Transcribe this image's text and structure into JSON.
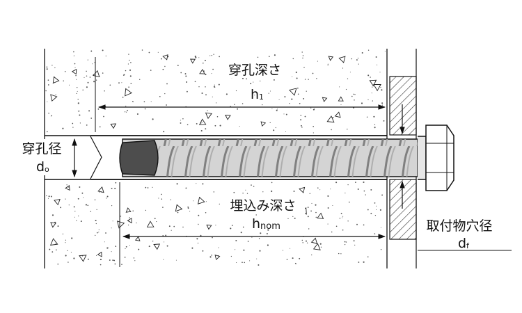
{
  "labels": {
    "hole_depth": "穿孔深さ",
    "hole_depth_symbol": "h",
    "hole_depth_subscript": "1",
    "hole_diameter": "穿孔径",
    "hole_diameter_symbol": "d",
    "hole_diameter_subscript": "o",
    "embed_depth": "埋込み深さ",
    "embed_depth_symbol": "h",
    "embed_depth_subscript": "nom",
    "fixture_hole": "取付物穴径",
    "fixture_hole_symbol": "d",
    "fixture_hole_subscript": "f"
  },
  "colors": {
    "line": "#111111",
    "concrete_dots": "#555555",
    "bolt_body": "#cfcfcf",
    "bolt_tip": "#4d4d4d",
    "fixture_hatch": "#333333"
  },
  "icons": {
    "concrete": "concrete-aggregate-texture",
    "fixture": "hatched-fixture-plate",
    "anchor": "hex-flange-screw-anchor"
  }
}
